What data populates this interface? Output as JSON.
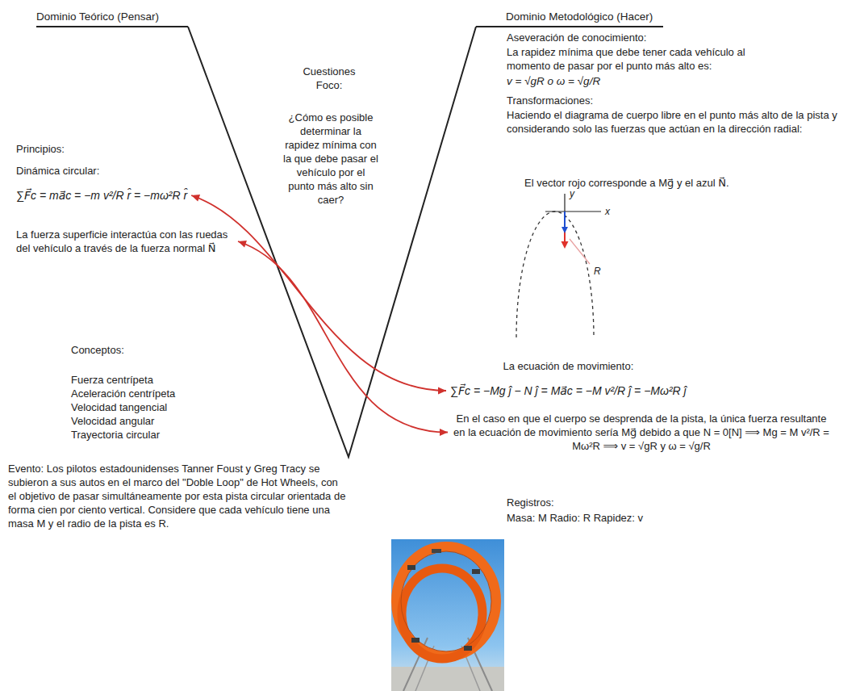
{
  "diagram": {
    "nodes": [
      {
        "text": [
          "Dinámica circular:",
          "∑F⃗c = ma⃗c = −m v²/R r̂ = −mω²R r̂"
        ]
      },
      {
        "text": [
          "La fuerza superficie interactúa con las ruedas del vehículo a través de la fuerza normal N⃗"
        ]
      },
      {
        "text": [
          "La ecuación de movimiento:",
          "∑F⃗c = −Mg ĵ − N ĵ = Ma⃗c = −M v²/R ĵ = −Mω²R ĵ"
        ]
      },
      {
        "text": [
          "En el caso en que el cuerpo se desprenda de la pista, la única fuerza resultante en la ecuación de movimiento sería Mg⃗ debido a que N = 0[N] ⟹ Mg = M v²/R = Mω²R ⟹ v = √gR y ω = √g/R"
        ]
      }
    ],
    "edges": [
      {
        "from": 0,
        "to": 2,
        "arrow": "both"
      },
      {
        "from": 1,
        "to": 3,
        "arrow": "both"
      }
    ],
    "labels": [
      "Dominio Teórico (Pensar)",
      "Dominio Metodológico (Hacer)",
      "Cuestiones Foco:",
      "¿Cómo es posible determinar la rapidez mínima con la que debe pasar el vehículo por el punto más alto sin caer?",
      "Principios:",
      "Conceptos:",
      "Fuerza centrípeta",
      "Aceleración centrípeta",
      "Velocidad tangencial",
      "Velocidad angular",
      "Trayectoria circular",
      "Evento: Los pilotos estadounidenses Tanner Foust y Greg Tracy se subieron a sus autos en el marco del \"Doble Loop\" de Hot Wheels, con el objetivo de pasar simultáneamente por esta pista circular orientada de forma cien por ciento vertical. Considere que cada vehículo tiene una masa M y el radio de la pista es R.",
      "Aseveración de conocimiento:",
      "La rapidez mínima que debe tener cada vehículo al momento de pasar por el punto más alto es:",
      "v = √gR o ω = √g/R",
      "Transformaciones:",
      "Haciendo el diagrama de cuerpo libre en el punto más alto de la pista y considerando solo las fuerzas que actúan en la dirección radial:",
      "El vector rojo corresponde a Mg⃗ y el azul N⃗.",
      "y",
      "x",
      "R",
      "Registros:",
      "Masa: M Radio: R Rapidez: v"
    ]
  }
}
